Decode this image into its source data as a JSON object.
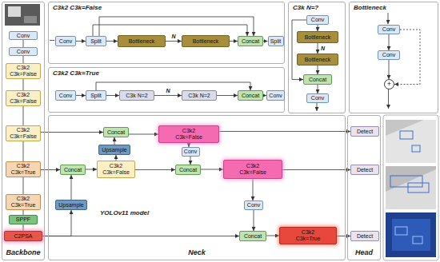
{
  "diagram": {
    "nodes": [
      {
        "text": [
          "Backbone"
        ]
      },
      {
        "text": [
          "Conv"
        ],
        "in": 0
      },
      {
        "text": [
          "Conv"
        ],
        "in": 0
      },
      {
        "text": [
          "C3k2",
          "C3k=False"
        ],
        "in": 0
      },
      {
        "text": [
          "C3k2",
          "C3k=False"
        ],
        "in": 0
      },
      {
        "text": [
          "C3k2",
          "C3k=False"
        ],
        "in": 0
      },
      {
        "text": [
          "C3k2",
          "C3k=True"
        ],
        "in": 0
      },
      {
        "text": [
          "C3k2",
          "C3k=True"
        ],
        "in": 0
      },
      {
        "text": [
          "SPPF"
        ],
        "in": 0
      },
      {
        "text": [
          "C2PSA"
        ],
        "in": 0
      },
      {
        "text": [
          "C3k2 C3k=False"
        ]
      },
      {
        "text": [
          "Conv"
        ],
        "in": 10
      },
      {
        "text": [
          "Split"
        ],
        "in": 10
      },
      {
        "text": [
          "Bottleneck"
        ],
        "in": 10
      },
      {
        "text": [
          "Bottleneck"
        ],
        "in": 10
      },
      {
        "text": [
          "Concat"
        ],
        "in": 10
      },
      {
        "text": [
          "Split"
        ],
        "in": 10
      },
      {
        "text": [
          "C3k2 C3k=True"
        ]
      },
      {
        "text": [
          "Conv"
        ],
        "in": 17
      },
      {
        "text": [
          "Split"
        ],
        "in": 17
      },
      {
        "text": [
          "C3k N=2"
        ],
        "in": 17
      },
      {
        "text": [
          "C3k N=2"
        ],
        "in": 17
      },
      {
        "text": [
          "Concat"
        ],
        "in": 17
      },
      {
        "text": [
          "Conv"
        ],
        "in": 17
      },
      {
        "text": [
          "C3k N=?"
        ]
      },
      {
        "text": [
          "Conv"
        ],
        "in": 24
      },
      {
        "text": [
          "Bottleneck"
        ],
        "in": 24
      },
      {
        "text": [
          "Bottleneck"
        ],
        "in": 24
      },
      {
        "text": [
          "Concat"
        ],
        "in": 24
      },
      {
        "text": [
          "Conv"
        ],
        "in": 24
      },
      {
        "text": [
          "Bottleneck"
        ]
      },
      {
        "text": [
          "Conv"
        ],
        "in": 30
      },
      {
        "text": [
          "Conv"
        ],
        "in": 30
      },
      {
        "text": [
          "+"
        ],
        "in": 30
      },
      {
        "text": [
          "Neck"
        ]
      },
      {
        "text": [
          "Concat"
        ],
        "in": 34
      },
      {
        "text": [
          "Upsample"
        ],
        "in": 34
      },
      {
        "text": [
          "C3k2",
          "C3k=False"
        ],
        "in": 34
      },
      {
        "text": [
          "Conv"
        ],
        "in": 34
      },
      {
        "text": [
          "Concat"
        ],
        "in": 34
      },
      {
        "text": [
          "C3k2",
          "C3k=False"
        ],
        "in": 34
      },
      {
        "text": [
          "Concat"
        ],
        "in": 34
      },
      {
        "text": [
          "C3k2",
          "C3k=False"
        ],
        "in": 34
      },
      {
        "text": [
          "Upsample"
        ],
        "in": 34
      },
      {
        "text": [
          "Conv"
        ],
        "in": 34
      },
      {
        "text": [
          "Concat"
        ],
        "in": 34
      },
      {
        "text": [
          "C3k2",
          "C3k=True"
        ],
        "in": 34
      },
      {
        "text": [
          "Head"
        ]
      },
      {
        "text": [
          "Detect"
        ],
        "in": 47
      },
      {
        "text": [
          "Detect"
        ],
        "in": 47
      },
      {
        "text": [
          "Detect"
        ],
        "in": 47
      }
    ],
    "edges": [
      {
        "from": 1,
        "to": 2,
        "arrow": "none"
      },
      {
        "from": 2,
        "to": 3,
        "arrow": "none"
      },
      {
        "from": 3,
        "to": 4,
        "arrow": "none"
      },
      {
        "from": 4,
        "to": 5,
        "arrow": "none"
      },
      {
        "from": 5,
        "to": 6,
        "arrow": "none"
      },
      {
        "from": 6,
        "to": 7,
        "arrow": "none"
      },
      {
        "from": 7,
        "to": 8,
        "arrow": "none"
      },
      {
        "from": 8,
        "to": 9,
        "arrow": "none"
      },
      {
        "from": 11,
        "to": 12,
        "arrow": "to"
      },
      {
        "from": 12,
        "to": 13,
        "arrow": "to"
      },
      {
        "from": 13,
        "to": 14,
        "label": "N",
        "arrow": "to"
      },
      {
        "from": 14,
        "to": 15,
        "arrow": "to"
      },
      {
        "from": 15,
        "to": 16,
        "arrow": "to"
      },
      {
        "from": 12,
        "to": 15,
        "arrow": "to"
      },
      {
        "from": 12,
        "to": 15,
        "arrow": "to"
      },
      {
        "from": 18,
        "to": 19,
        "arrow": "to"
      },
      {
        "from": 19,
        "to": 20,
        "arrow": "to"
      },
      {
        "from": 20,
        "to": 21,
        "label": "N",
        "arrow": "to"
      },
      {
        "from": 21,
        "to": 22,
        "arrow": "to"
      },
      {
        "from": 22,
        "to": 23,
        "arrow": "to"
      },
      {
        "from": 19,
        "to": 22,
        "arrow": "to"
      },
      {
        "from": 25,
        "to": 26,
        "arrow": "to"
      },
      {
        "from": 26,
        "to": 27,
        "label": "N",
        "arrow": "to"
      },
      {
        "from": 27,
        "to": 28,
        "arrow": "to"
      },
      {
        "from": 28,
        "to": 29,
        "arrow": "to"
      },
      {
        "from": 25,
        "to": 28,
        "arrow": "to"
      },
      {
        "from": 31,
        "to": 32,
        "arrow": "to"
      },
      {
        "from": 32,
        "to": 33,
        "arrow": "to"
      },
      {
        "from": 31,
        "to": 33,
        "arrow": "to"
      },
      {
        "from": 5,
        "to": 35,
        "arrow": "to"
      },
      {
        "from": 6,
        "to": 39,
        "arrow": "to"
      },
      {
        "from": 9,
        "to": 45,
        "arrow": "to"
      },
      {
        "from": 9,
        "to": 43,
        "arrow": "to"
      },
      {
        "from": 43,
        "to": 39,
        "arrow": "to"
      },
      {
        "from": 39,
        "to": 40,
        "arrow": "to"
      },
      {
        "from": 40,
        "to": 36,
        "arrow": "to"
      },
      {
        "from": 36,
        "to": 35,
        "arrow": "to"
      },
      {
        "from": 35,
        "to": 37,
        "arrow": "to"
      },
      {
        "from": 37,
        "to": 48,
        "arrow": "to"
      },
      {
        "from": 37,
        "to": 38,
        "arrow": "to"
      },
      {
        "from": 38,
        "to": 41,
        "arrow": "to"
      },
      {
        "from": 40,
        "to": 41,
        "arrow": "to"
      },
      {
        "from": 41,
        "to": 42,
        "arrow": "to"
      },
      {
        "from": 42,
        "to": 49,
        "arrow": "to"
      },
      {
        "from": 42,
        "to": 44,
        "arrow": "to"
      },
      {
        "from": 44,
        "to": 45,
        "arrow": "to"
      },
      {
        "from": 45,
        "to": 46,
        "arrow": "to"
      },
      {
        "from": 46,
        "to": 50,
        "arrow": "to"
      }
    ],
    "labels": [
      "YOLOv11 model"
    ]
  }
}
